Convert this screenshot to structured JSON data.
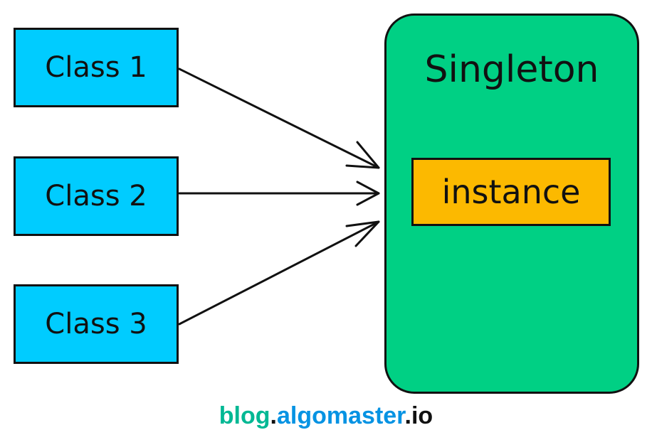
{
  "classes": [
    {
      "label": "Class 1"
    },
    {
      "label": "Class 2"
    },
    {
      "label": "Class 3"
    }
  ],
  "singleton": {
    "title": "Singleton",
    "instance_label": "instance"
  },
  "watermark": {
    "part1": "blog",
    "sep1": ".",
    "part2": "algomaster",
    "sep2": ".",
    "part3": "io"
  },
  "colors": {
    "class_fill": "#00ccff",
    "singleton_fill": "#00d084",
    "instance_fill": "#fcb900",
    "watermark_teal": "#00b894",
    "watermark_blue": "#0693e3",
    "outline": "#111111"
  }
}
